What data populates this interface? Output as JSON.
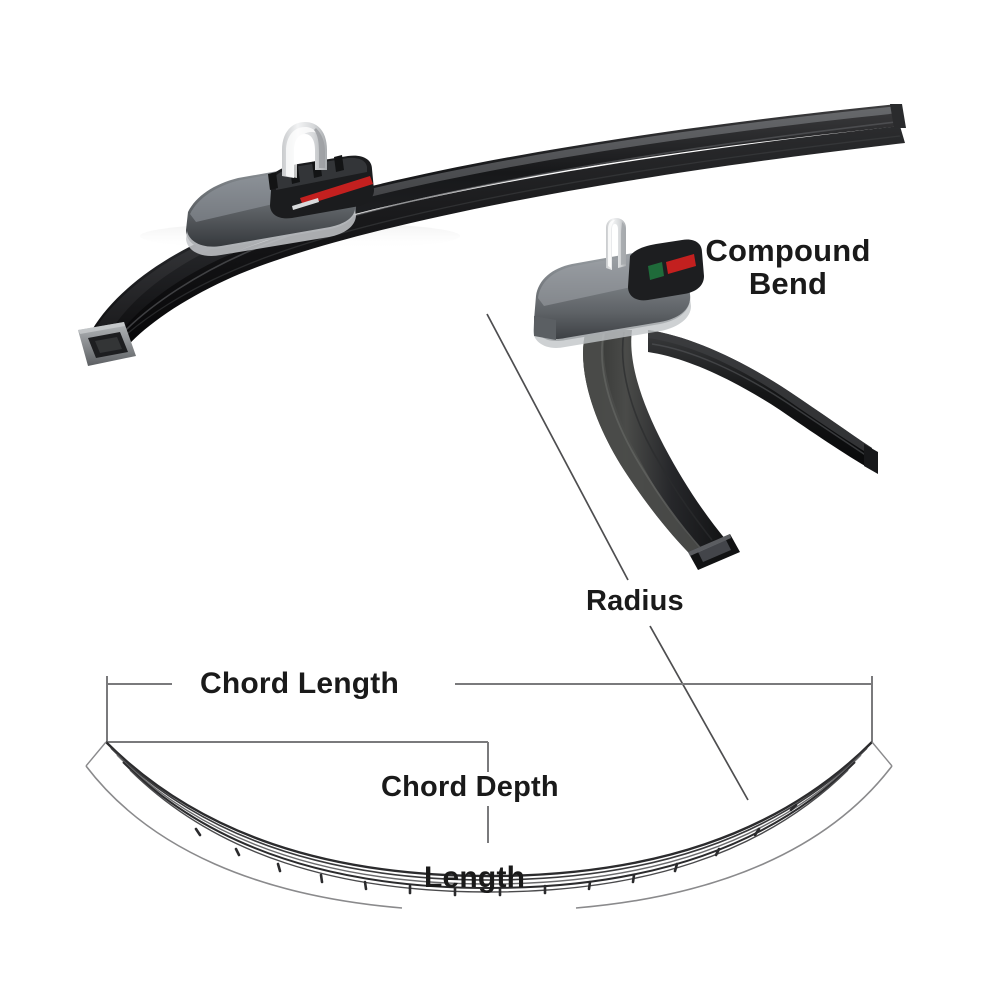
{
  "diagram": {
    "title": "Wiper Blade Dimension Diagram",
    "background_color": "#ffffff",
    "text_color": "#1a1a1a",
    "labels": {
      "compound_bend_line1": "Compound",
      "compound_bend_line2": "Bend",
      "radius": "Radius",
      "chord_length": "Chord Length",
      "chord_depth": "Chord Depth",
      "length": "Length"
    },
    "colors": {
      "blade_rubber_dark": "#181818",
      "blade_rubber_mid": "#2e2e2e",
      "connector_gray": "#808488",
      "connector_gray_dark": "#4a4d50",
      "connector_highlight": "#b9bcbf",
      "metal_hook": "#e8e9ea",
      "accent_red": "#c3201f",
      "accent_green": "#1f6b3a",
      "line_art": "#58585a",
      "line_art_dark": "#2b2b2b",
      "dimension_line": "#7a7a7c"
    },
    "parts": {
      "main_blade": "flat beam wiper blade, three-quarter view",
      "compound_bend_blade": "foreshortened blade showing compound bend",
      "dimension_drawing": "line-art curved blade with chord length, chord depth, length and radius callouts"
    }
  }
}
